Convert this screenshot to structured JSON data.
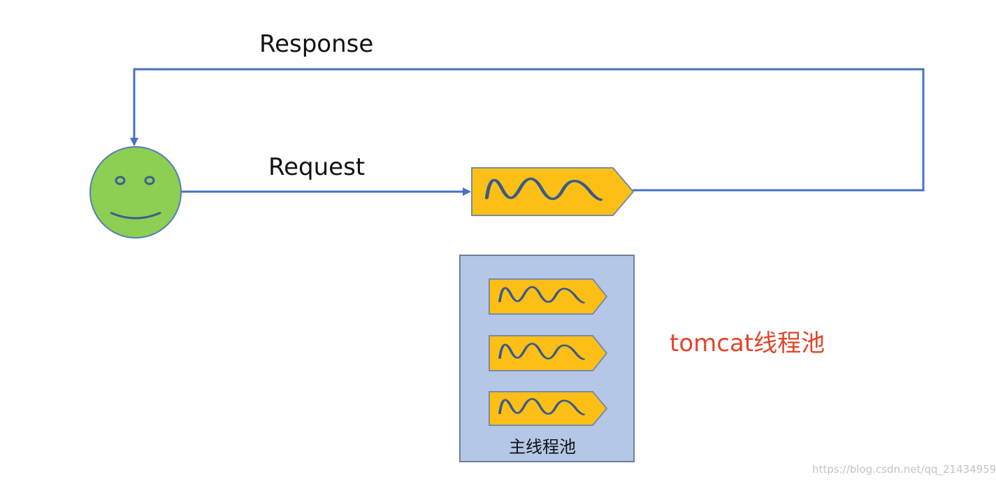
{
  "labels": {
    "response": "Response",
    "request": "Request",
    "thread_pool": "tomcat线程池",
    "main_pool": "主线程池"
  },
  "watermark": "https://blog.csdn.net/qq_21434959",
  "colors": {
    "arrow": "#4472c4",
    "user_face_fill": "#8ccf52",
    "user_face_stroke": "#5a7bb8",
    "thread_fill": "#fdbf16",
    "thread_stroke": "#3a5a8a",
    "pool_fill": "#b4c7e7",
    "pool_stroke": "#6f7f9a",
    "pool_label": "#e0452a",
    "watermark": "#c4c4c4"
  },
  "icons": {
    "user": "smiley-face-icon",
    "thread": "thread-wave-icon"
  },
  "pool_thread_count": 3
}
